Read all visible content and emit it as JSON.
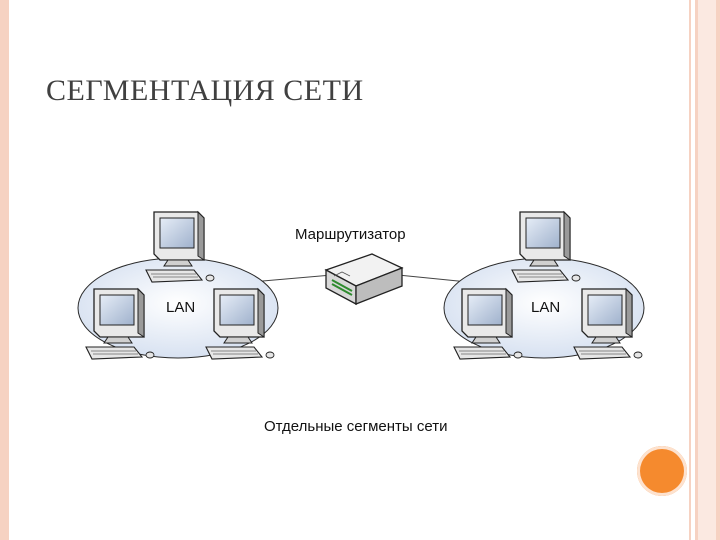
{
  "slide": {
    "title": "СЕГМЕНТАЦИЯ СЕТИ"
  },
  "diagram": {
    "router_label": "Маршрутизатор",
    "lan_left_label": "LAN",
    "lan_right_label": "LAN",
    "caption": "Отдельные сегменты сети"
  },
  "colors": {
    "frame": "#f6d2c2",
    "accent_circle": "#f58a2e",
    "lan_fill": "#dde6f4",
    "screen": "#b8c6dc"
  }
}
